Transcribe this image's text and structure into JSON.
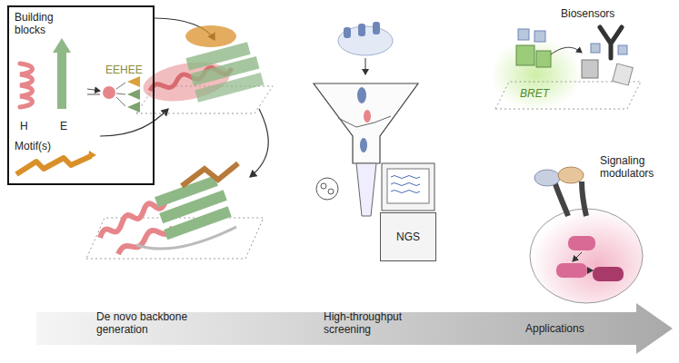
{
  "diagram": {
    "nodes": [
      {
        "text": [
          "Building blocks",
          "H",
          "E",
          "EEHEE",
          "Motif(s)"
        ]
      },
      {
        "text": [
          "De novo backbone generation",
          "High-throughput screening",
          "Applications"
        ]
      },
      {
        "text": [
          "NGS"
        ]
      }
    ],
    "labels": [
      "Biosensors",
      "BRET",
      "Signaling modulators"
    ]
  }
}
